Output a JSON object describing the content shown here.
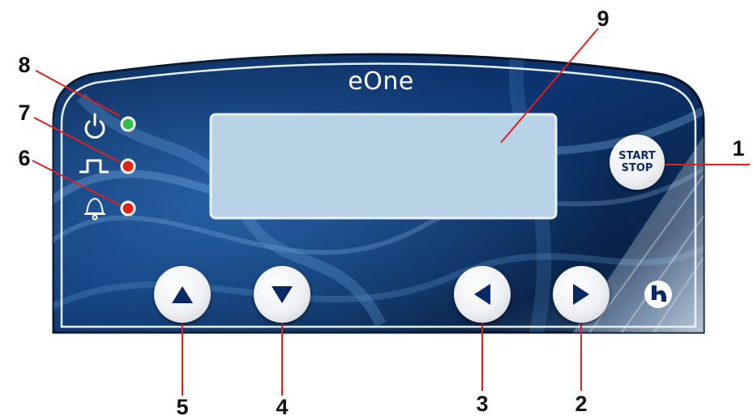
{
  "device": {
    "brand": "eOne",
    "start_stop": {
      "line1": "START",
      "line2": "STOP"
    }
  },
  "indicators": [
    {
      "icon": "power-icon",
      "led_color": "#2fbf4a"
    },
    {
      "icon": "pulse-icon",
      "led_color": "#e0241b"
    },
    {
      "icon": "bell-icon",
      "led_color": "#e0241b"
    }
  ],
  "buttons": {
    "up": "arrow-up-icon",
    "down": "arrow-down-icon",
    "left": "arrow-left-icon",
    "right": "arrow-right-icon"
  },
  "callouts": [
    "1",
    "2",
    "3",
    "4",
    "5",
    "6",
    "7",
    "8",
    "9"
  ],
  "colors": {
    "panel_dark": "#061a3a",
    "panel_mid": "#1d4f8c",
    "display": "#b9d3e6",
    "button_glyph": "#0b2a63"
  }
}
